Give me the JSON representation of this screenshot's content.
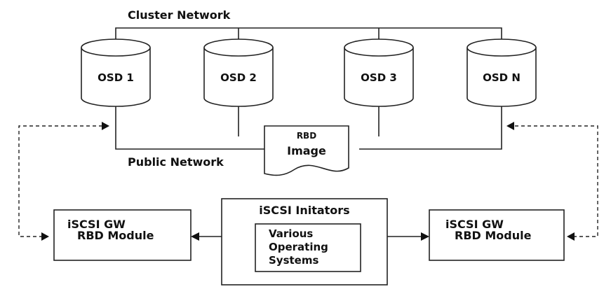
{
  "cluster_network_label": "Cluster Network",
  "public_network_label": "Public Network",
  "osds": [
    "OSD 1",
    "OSD 2",
    "OSD 3",
    "OSD N"
  ],
  "rbd_image": {
    "line1": "RBD",
    "line2": "Image"
  },
  "initiators": {
    "title": "iSCSI Initators",
    "inner_lines": [
      "Various",
      "Operating",
      "Systems"
    ]
  },
  "gateway_left": {
    "line1": "iSCSI GW",
    "line2": "RBD Module"
  },
  "gateway_right": {
    "line1": "iSCSI GW",
    "line2": "RBD Module"
  }
}
